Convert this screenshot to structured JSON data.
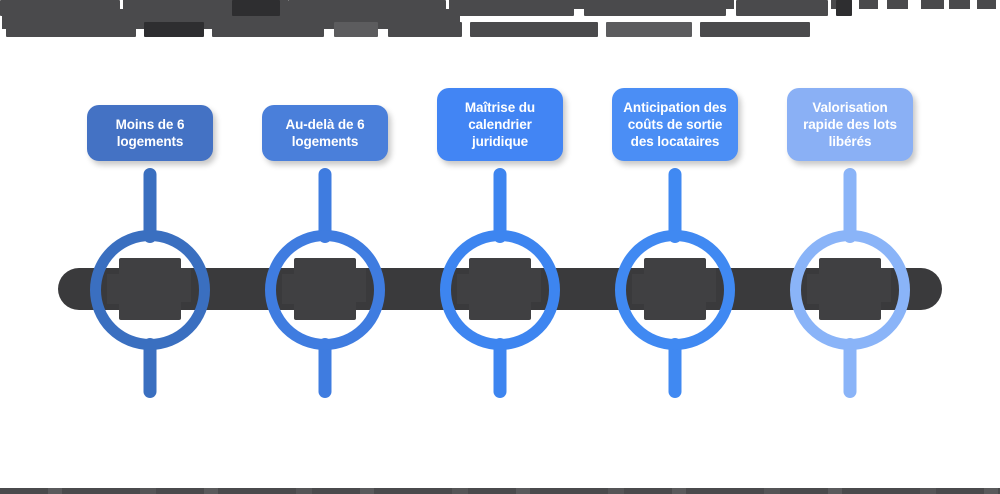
{
  "page": {
    "title_redacted": true,
    "caption_redacted": true,
    "background_color": "#ffffff",
    "bar_color": "#3a3a3c",
    "icon_block_color": "#404042",
    "redaction_color": "#4a4a4c"
  },
  "header": {
    "title_text": "",
    "title_state": "redacted"
  },
  "footer": {
    "caption_text": "",
    "caption_state": "redacted"
  },
  "timeline": {
    "bar_label": "timeline-bar",
    "nodes": [
      {
        "index": 1,
        "label": "Moins de 6 logements",
        "lines": 2,
        "box_color": "#4472c4",
        "accent_color": "#3a6fc0",
        "icon_name": "icon-redacted-1"
      },
      {
        "index": 2,
        "label": "Au-delà de 6 logements",
        "lines": 2,
        "box_color": "#4a7fda",
        "accent_color": "#3f7ce0",
        "icon_name": "icon-redacted-2"
      },
      {
        "index": 3,
        "label": "Maîtrise du calendrier juridique",
        "lines": 3,
        "box_color": "#4285f4",
        "accent_color": "#3d85f0",
        "icon_name": "icon-redacted-3"
      },
      {
        "index": 4,
        "label": "Anticipation des coûts de sortie des locataires",
        "lines": 3,
        "box_color": "#4b8ef5",
        "accent_color": "#4089f2",
        "icon_name": "icon-redacted-4"
      },
      {
        "index": 5,
        "label": "Valorisation rapide des lots libérés",
        "lines": 3,
        "box_color": "#8ab0f5",
        "accent_color": "#8ab4f8",
        "icon_name": "icon-redacted-5"
      }
    ]
  }
}
